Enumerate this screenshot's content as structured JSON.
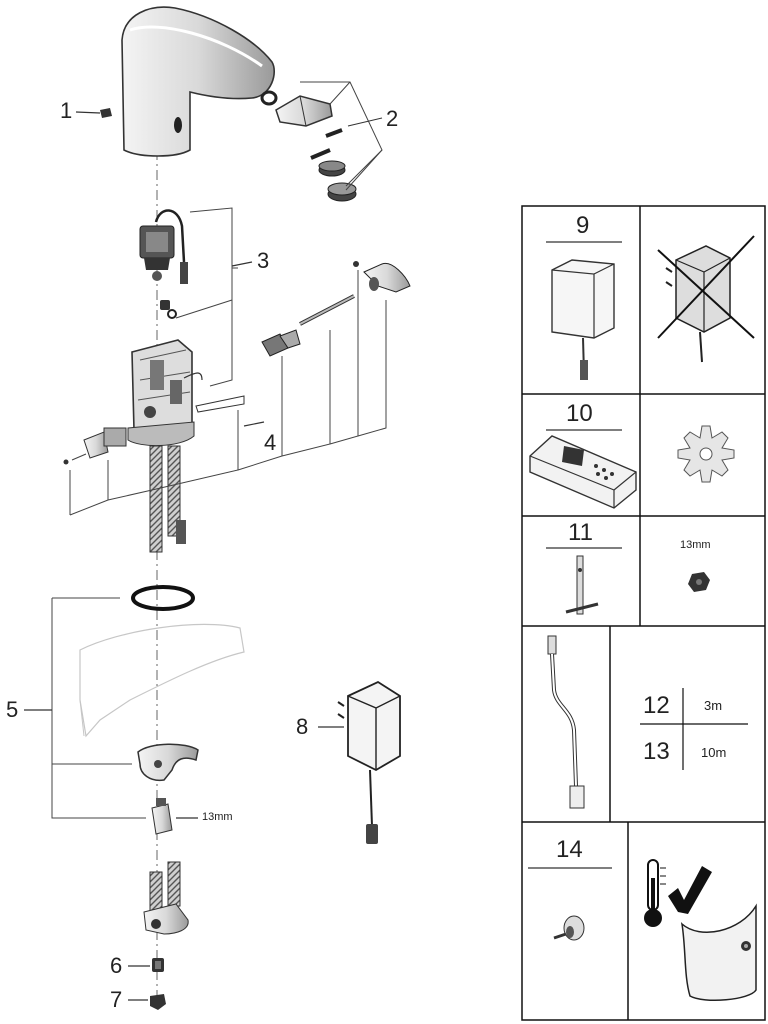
{
  "callouts": {
    "c1": "1",
    "c2": "2",
    "c3": "3",
    "c4": "4",
    "c5": "5",
    "c6": "6",
    "c7": "7",
    "c8": "8",
    "c9": "9",
    "c10": "10",
    "c11": "11",
    "c12": "12",
    "c13": "13",
    "c14": "14"
  },
  "dimensions": {
    "nut_main": "13mm",
    "wrench_box": "13mm",
    "len12": "3m",
    "len13": "10m"
  }
}
